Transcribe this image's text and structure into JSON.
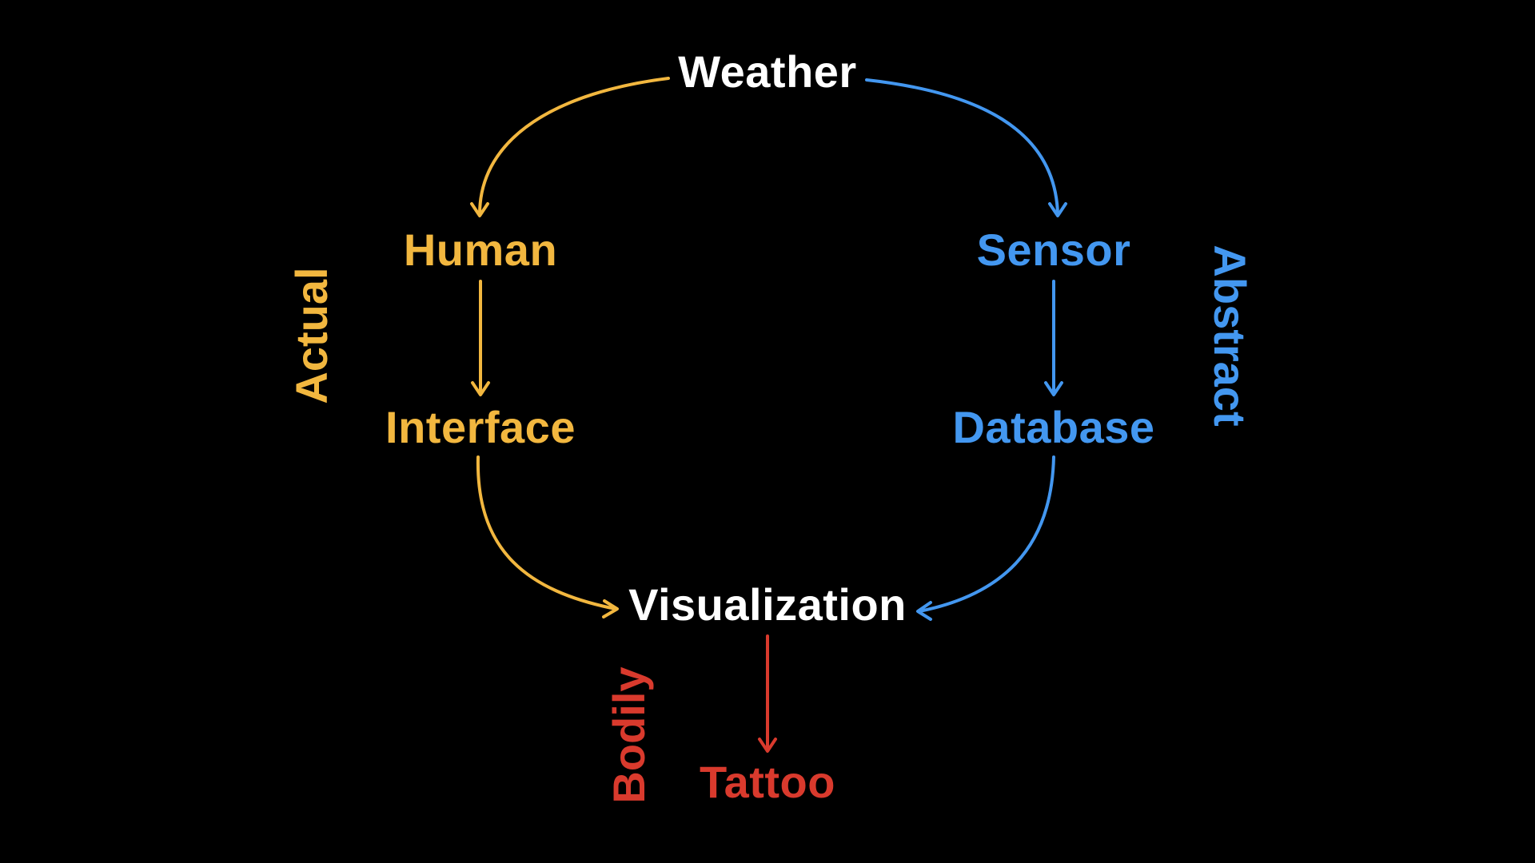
{
  "colors": {
    "background": "#000000",
    "neutral": "#ffffff",
    "actual": "#f2b73f",
    "abstract": "#4397f0",
    "bodily": "#d93a2d"
  },
  "nodes": {
    "weather": "Weather",
    "human": "Human",
    "interface": "Interface",
    "sensor": "Sensor",
    "database": "Database",
    "visualization": "Visualization",
    "tattoo": "Tattoo"
  },
  "side_labels": {
    "actual": "Actual",
    "abstract": "Abstract",
    "bodily": "Bodily"
  }
}
